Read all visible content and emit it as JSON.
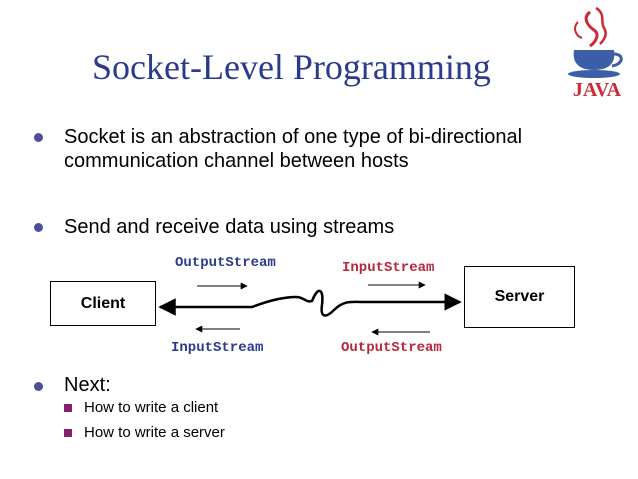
{
  "slide": {
    "title": "Socket-Level Programming",
    "logo_text": "JAVA",
    "bullets": [
      {
        "line1": "Socket is an abstraction of one type of bi-directional",
        "line2": "communication channel between hosts"
      },
      {
        "line1": "Send and receive data using  streams"
      }
    ],
    "diagram": {
      "client_label": "Client",
      "server_label": "Server",
      "top_left_label": "OutputStream",
      "top_right_label": "InputStream",
      "bottom_left_label": "InputStream",
      "bottom_right_label": "OutputStream"
    },
    "next": {
      "label": "Next:",
      "items": [
        "How to write a client",
        "How to write a server"
      ]
    },
    "colors": {
      "title": "#2b3a8c",
      "bullet": "#4d4f98",
      "sub_bullet": "#8a1f6e",
      "stream_dark": "#2b3a8c",
      "stream_red": "#b5283b"
    }
  }
}
